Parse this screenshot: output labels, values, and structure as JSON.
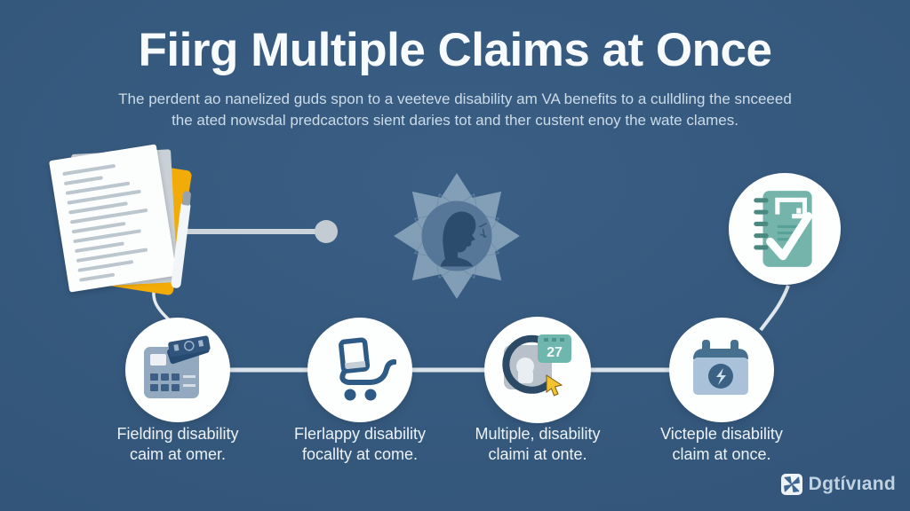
{
  "title": "Fiirg Multiple Claims at Once",
  "subtitle": {
    "line1": "The perdent ao nanelized guds spon to a veeteve disability am VA benefits to a culldling the snceeed",
    "line2": "the ated nowsdal predcactors sient daries tot and ther custent enoy the wate clames."
  },
  "steps": [
    {
      "icon": "calculator-cards-icon",
      "caption_line1": "Fielding disability",
      "caption_line2": "caim at omer."
    },
    {
      "icon": "shopping-cart-icon",
      "caption_line1": "Flerlappy disability",
      "caption_line2": "focallty at come."
    },
    {
      "icon": "calendar-refresh-cursor-icon",
      "badge": "27",
      "caption_line1": "Multiple, disability",
      "caption_line2": "claimi at onte."
    },
    {
      "icon": "calendar-bolt-icon",
      "caption_line1": "Victeple disability",
      "caption_line2": "claim at once."
    }
  ],
  "illustrations": {
    "top_left": "document-stack-with-pen",
    "center_watermark": "badge-head-emblem",
    "top_right": "notebook-checkmark-icon"
  },
  "logo": {
    "icon": "pinwheel-icon",
    "text": "Dgtívıand"
  },
  "colors": {
    "background": "#33567a",
    "title": "#f8fbfd",
    "subtitle": "#ccdbe8",
    "caption": "#ecf2f7",
    "circle": "#fdfefe",
    "connector": "#dde4eb",
    "accent_yellow": "#f3ab08",
    "accent_teal": "#74b4ab"
  }
}
